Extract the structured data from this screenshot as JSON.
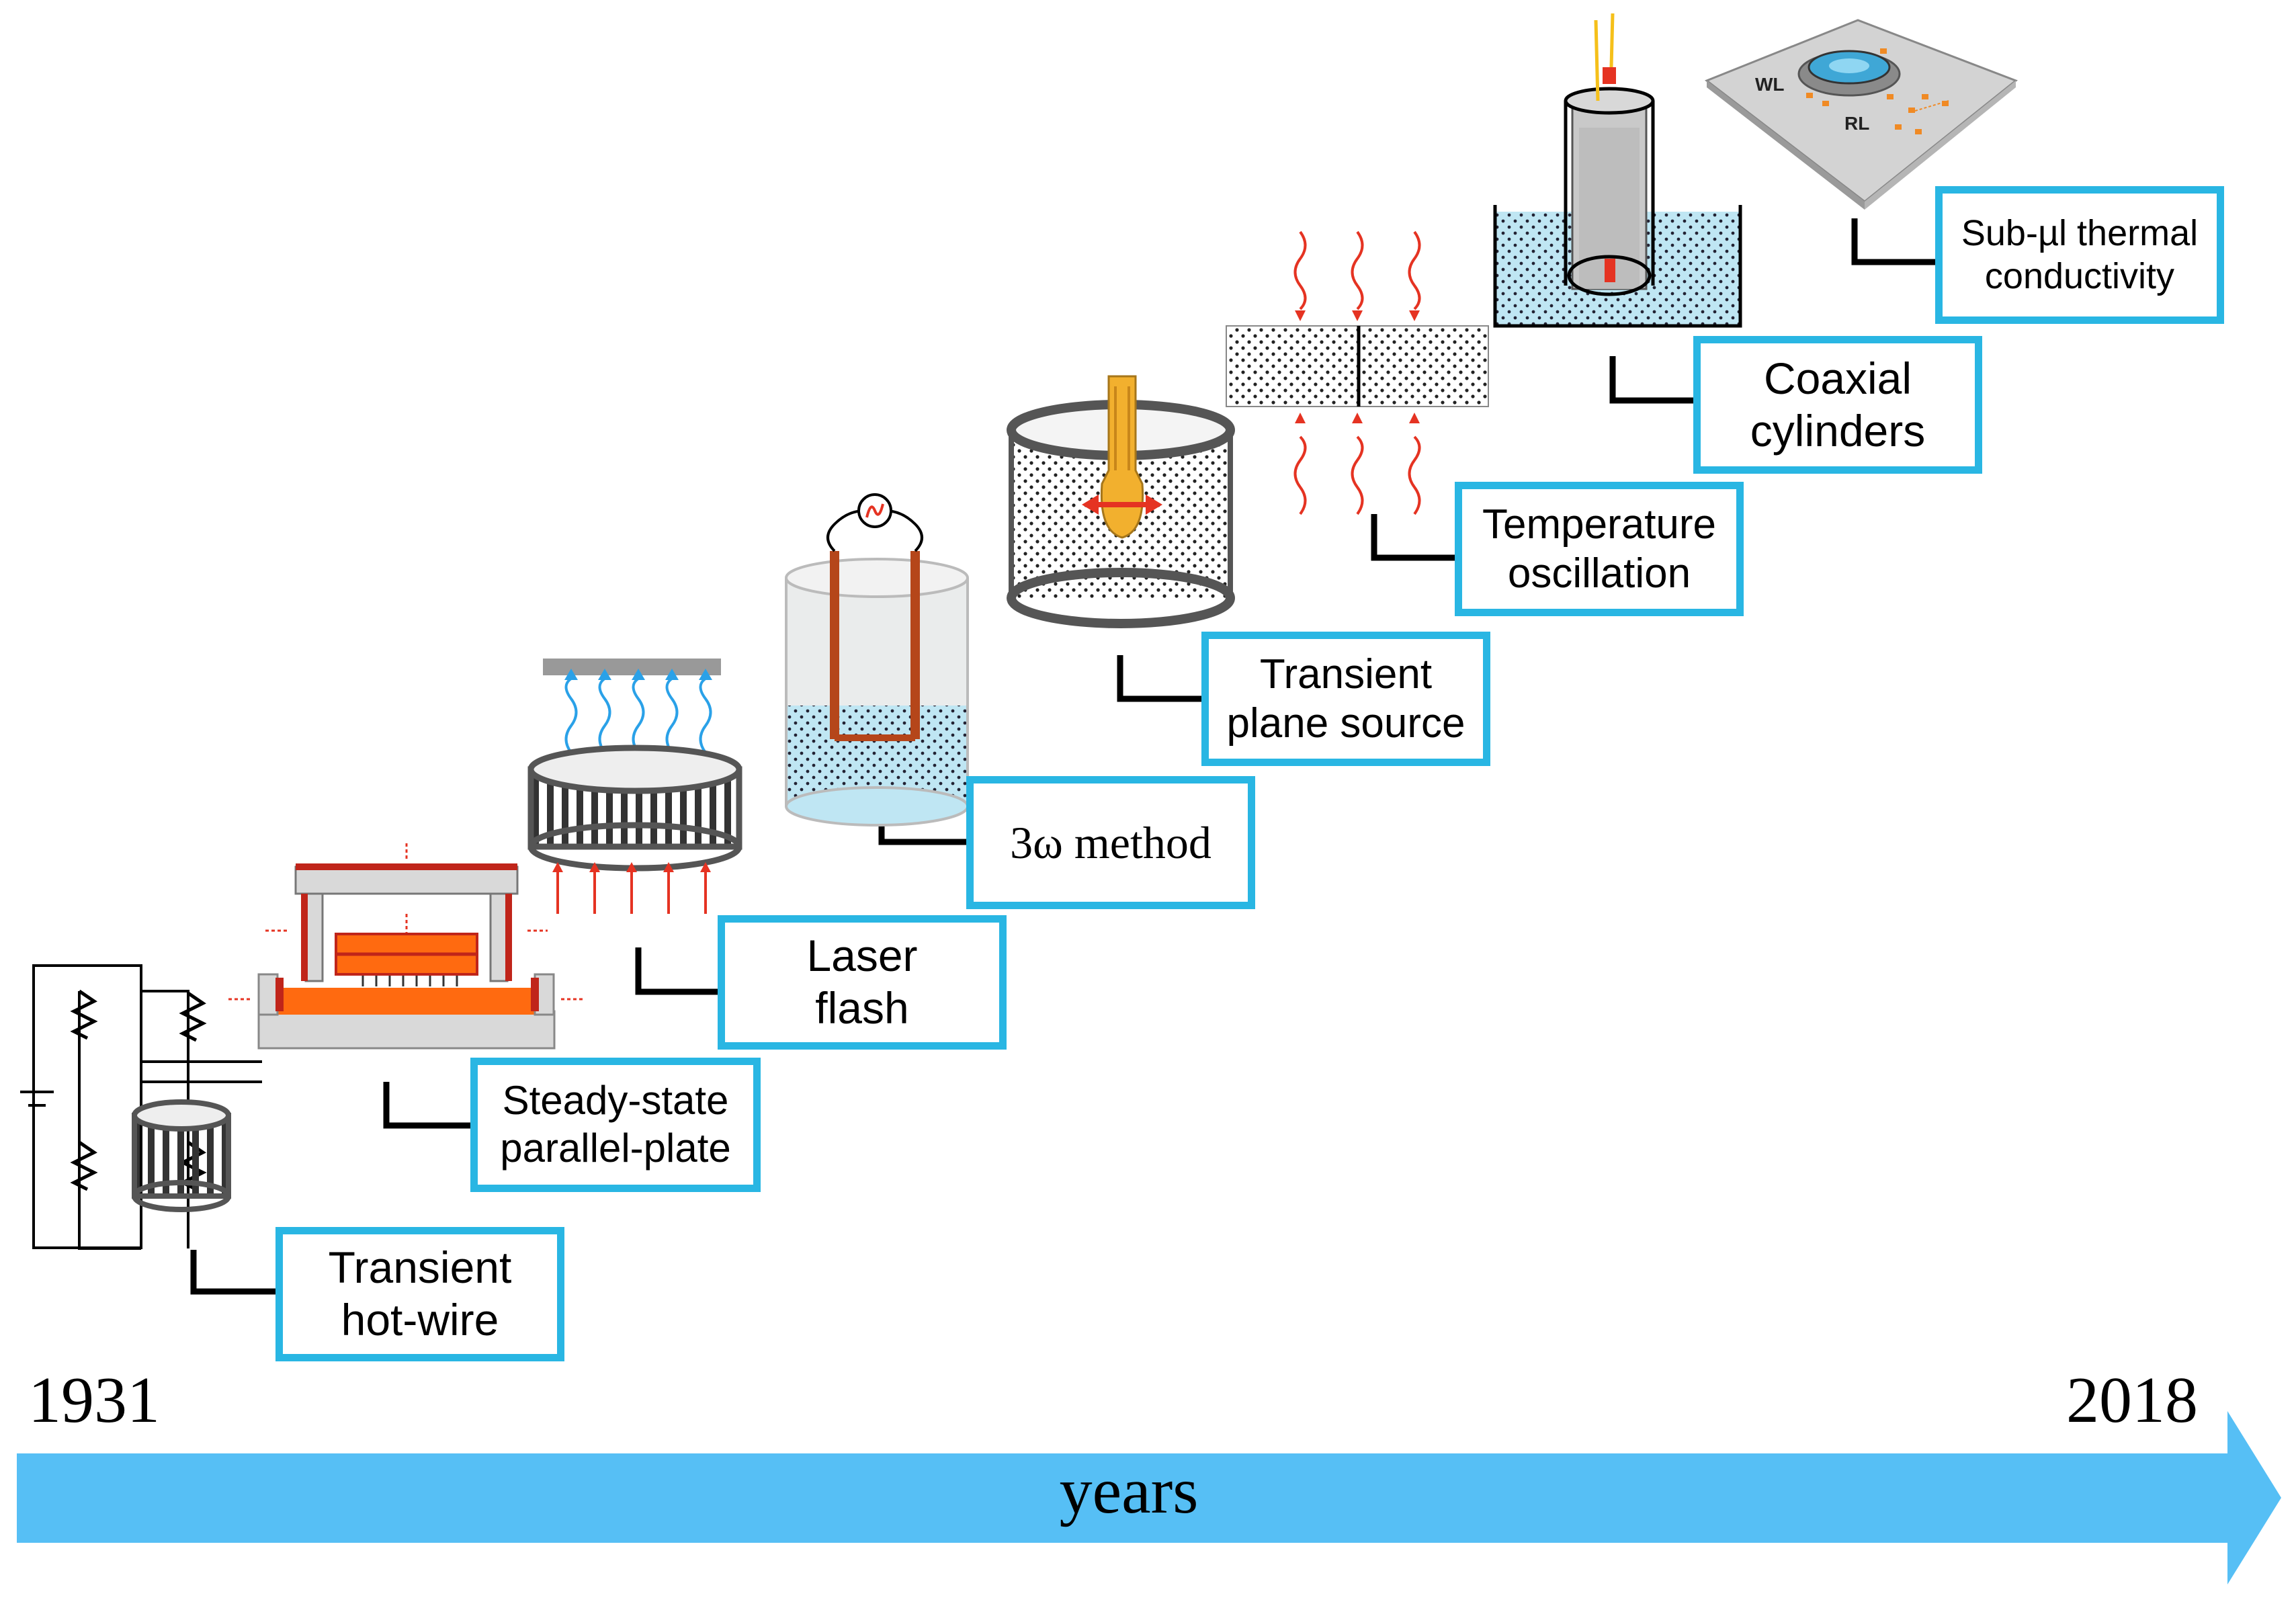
{
  "timeline": {
    "start_year": "1931",
    "end_year": "2018",
    "axis_label": "years",
    "arrow_color": "#56bff5"
  },
  "box_border_color": "#29b6e3",
  "methods": [
    {
      "id": "transient-hot-wire",
      "lines": [
        "Transient",
        "hot-wire"
      ]
    },
    {
      "id": "steady-state-parallel-plate",
      "lines": [
        "Steady-state",
        "parallel-plate"
      ]
    },
    {
      "id": "laser-flash",
      "lines": [
        "Laser",
        "flash"
      ]
    },
    {
      "id": "3omega-method",
      "lines": [
        "3ω method"
      ]
    },
    {
      "id": "transient-plane-source",
      "lines": [
        "Transient",
        "plane source"
      ]
    },
    {
      "id": "temperature-oscillation",
      "lines": [
        "Temperature",
        "oscillation"
      ]
    },
    {
      "id": "coaxial-cylinders",
      "lines": [
        "Coaxial",
        "cylinders"
      ]
    },
    {
      "id": "sub-ul-thermal-conductivity",
      "lines": [
        "Sub-µl thermal",
        "conductivity"
      ]
    }
  ],
  "chip_labels": {
    "wl": "WL",
    "rl": "RL"
  }
}
